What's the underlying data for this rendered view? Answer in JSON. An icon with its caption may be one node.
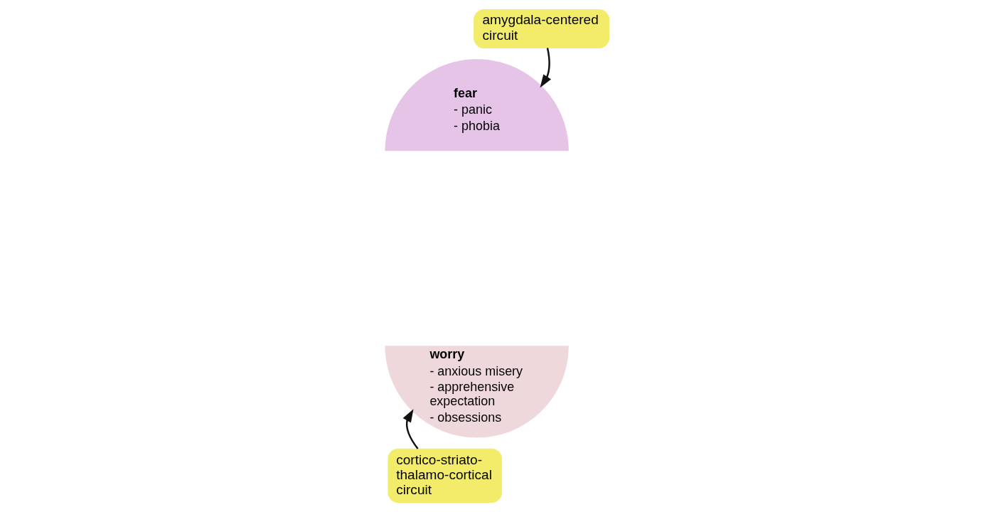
{
  "diagram": {
    "nodes": [
      {
        "text": [
          "fear",
          "- panic",
          "- phobia"
        ]
      },
      {
        "text": [
          "worry",
          "- anxious misery",
          "- apprehensive expectation",
          "- obsessions"
        ]
      },
      {
        "text": [
          "amygdala-centered circuit"
        ]
      },
      {
        "text": [
          "cortico-striato-thalamo-cortical circuit"
        ]
      }
    ],
    "edges": [
      {
        "from": 2,
        "to": 0,
        "arrow": "to"
      },
      {
        "from": 3,
        "to": 1,
        "arrow": "to"
      }
    ]
  }
}
